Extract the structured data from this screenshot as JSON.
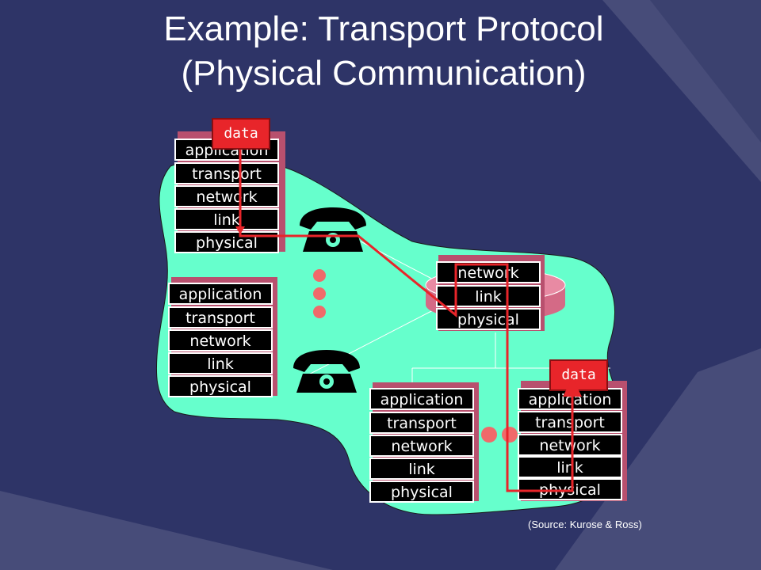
{
  "title": {
    "line1": "Example: Transport Protocol",
    "line2": "(Physical Communication)"
  },
  "colors": {
    "background": "#2e3467",
    "network_cloud": "#66ffcc",
    "path_red": "#e8252a",
    "layer_black": "#000000"
  },
  "stacks": {
    "host_top_left": [
      "application",
      "transport",
      "network",
      "link",
      "physical"
    ],
    "host_mid_left": [
      "application",
      "transport",
      "network",
      "link",
      "physical"
    ],
    "router": [
      "network",
      "link",
      "physical"
    ],
    "host_bottom_mid": [
      "application",
      "transport",
      "network",
      "link",
      "physical"
    ],
    "host_bottom_right": [
      "application",
      "transport",
      "network",
      "link",
      "physical"
    ]
  },
  "data_labels": {
    "source": "data",
    "destination": "data"
  },
  "icons": [
    "telephone-icon",
    "telephone-icon",
    "ellipsis-dots"
  ],
  "caption": "(Source: Kurose & Ross)"
}
